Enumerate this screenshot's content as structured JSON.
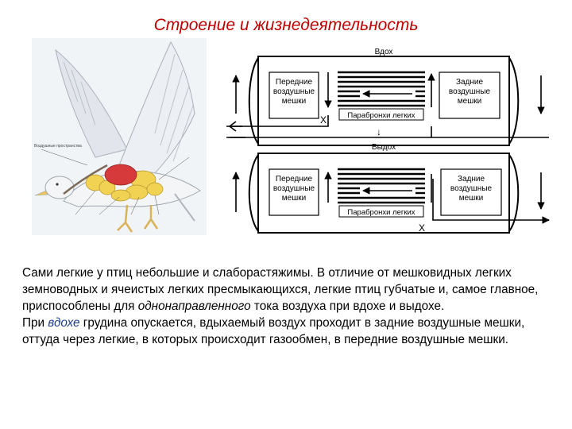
{
  "title": "Строение и жизнедеятельность",
  "bird": {
    "labels": [
      "Воздушные пространства",
      "",
      "",
      "",
      ""
    ]
  },
  "diagram": {
    "inhale": {
      "label": "Вдох",
      "front": [
        "Передние",
        "воздушные",
        "мешки"
      ],
      "rear": [
        "Задние",
        "воздушные",
        "мешки"
      ],
      "parabronchi": "Парабронхи легких",
      "valve": "X"
    },
    "exhale": {
      "label": "Выдох",
      "front": [
        "Передние",
        "воздушные",
        "мешки"
      ],
      "rear": [
        "Задние",
        "воздушные",
        "мешки"
      ],
      "parabronchi": "Парабронхи легких",
      "valve": "X"
    },
    "arrow_between": "↓"
  },
  "text": {
    "p1": {
      "a": "Сами легкие у птиц небольшие и слаборастяжимы. В отличие от мешковидных легких земноводных и ячеистых легких пресмыкающихся, легкие птиц губчатые и, самое главное, приспособлены для ",
      "b": "однонаправленного",
      "c": " тока воздуха при вдохе и выдохе."
    },
    "p2": {
      "a": "При ",
      "b": "вдохе",
      "c": " грудина опускается, вдыхаемый воздух проходит в задние воздушные мешки, оттуда через легкие, в которых происходит газообмен, в передние воздушные мешки."
    }
  }
}
